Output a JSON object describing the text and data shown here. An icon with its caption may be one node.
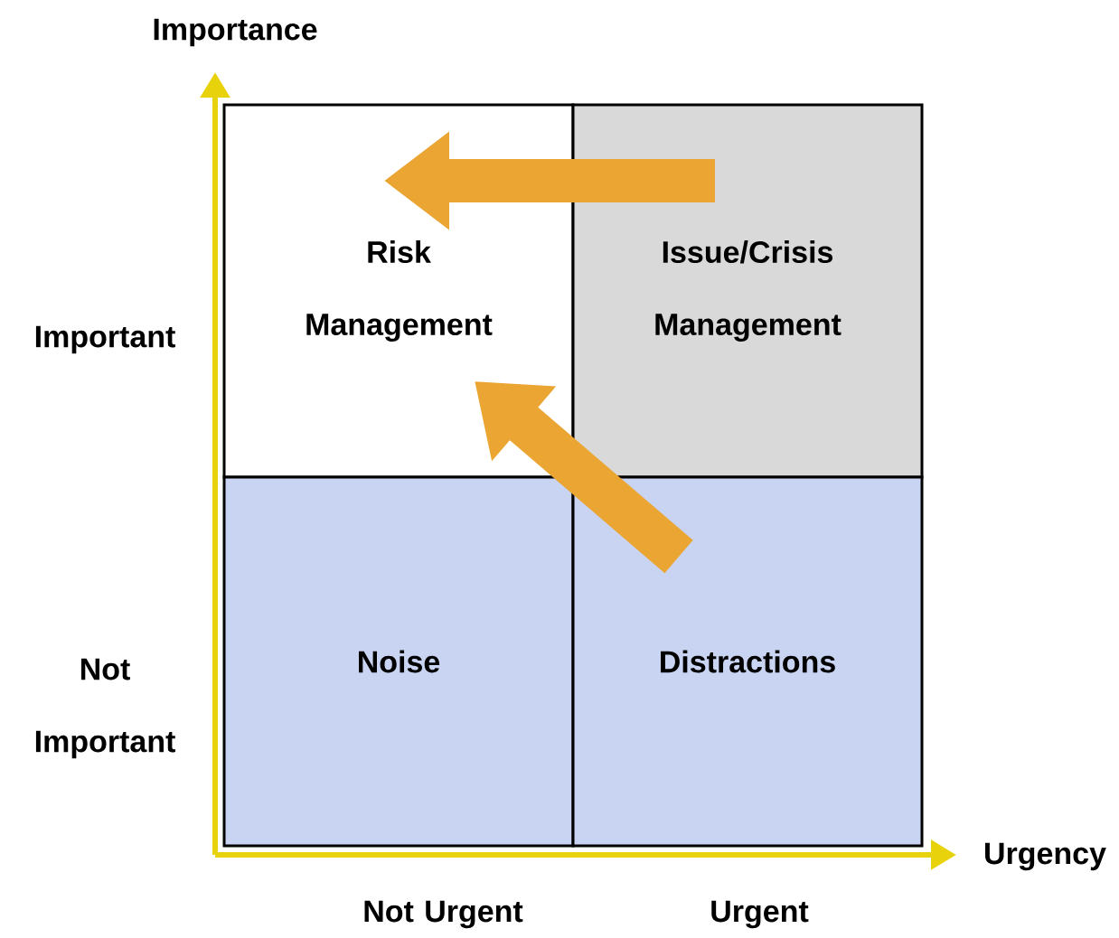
{
  "diagram": {
    "nodes": [
      {
        "text": [
          "Risk Management"
        ]
      },
      {
        "text": [
          "Issue/Crisis Management"
        ]
      },
      {
        "text": [
          "Noise"
        ]
      },
      {
        "text": [
          "Distractions"
        ]
      }
    ],
    "edges": [
      {
        "from": 1,
        "to": 0,
        "arrow": "to"
      },
      {
        "from": 3,
        "to": 0,
        "arrow": "to"
      }
    ],
    "labels": [
      "Importance",
      "Important",
      "Not Important",
      "Urgency",
      "Not Urgent",
      "Urgent"
    ]
  }
}
